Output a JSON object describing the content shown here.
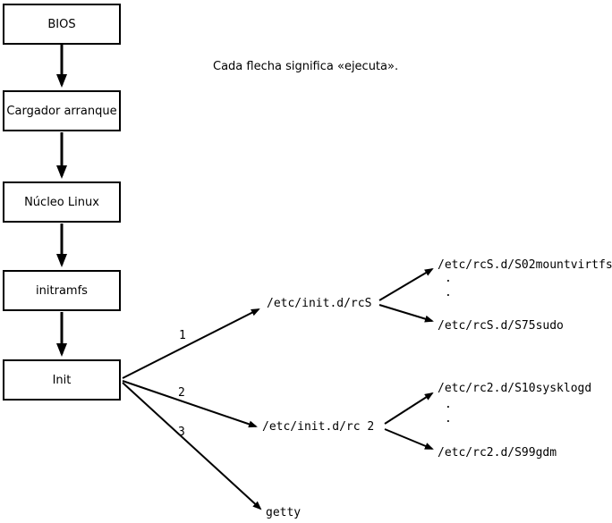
{
  "caption": "Cada flecha significa «ejecuta».",
  "boxes": {
    "bios": "BIOS",
    "bootloader": "Cargador arranque",
    "kernel": "Núcleo Linux",
    "initramfs": "initramfs",
    "init": "Init"
  },
  "arrow_labels": {
    "one": "1",
    "two": "2",
    "three": "3"
  },
  "nodes": {
    "rcs": "/etc/init.d/rcS",
    "rc2": "/etc/init.d/rc 2",
    "getty": "getty",
    "rcs_first": "/etc/rcS.d/S02mountvirtfs",
    "rcs_last": "/etc/rcS.d/S75sudo",
    "rc2_first": "/etc/rc2.d/S10sysklogd",
    "rc2_last": "/etc/rc2.d/S99gdm",
    "dot": "."
  }
}
